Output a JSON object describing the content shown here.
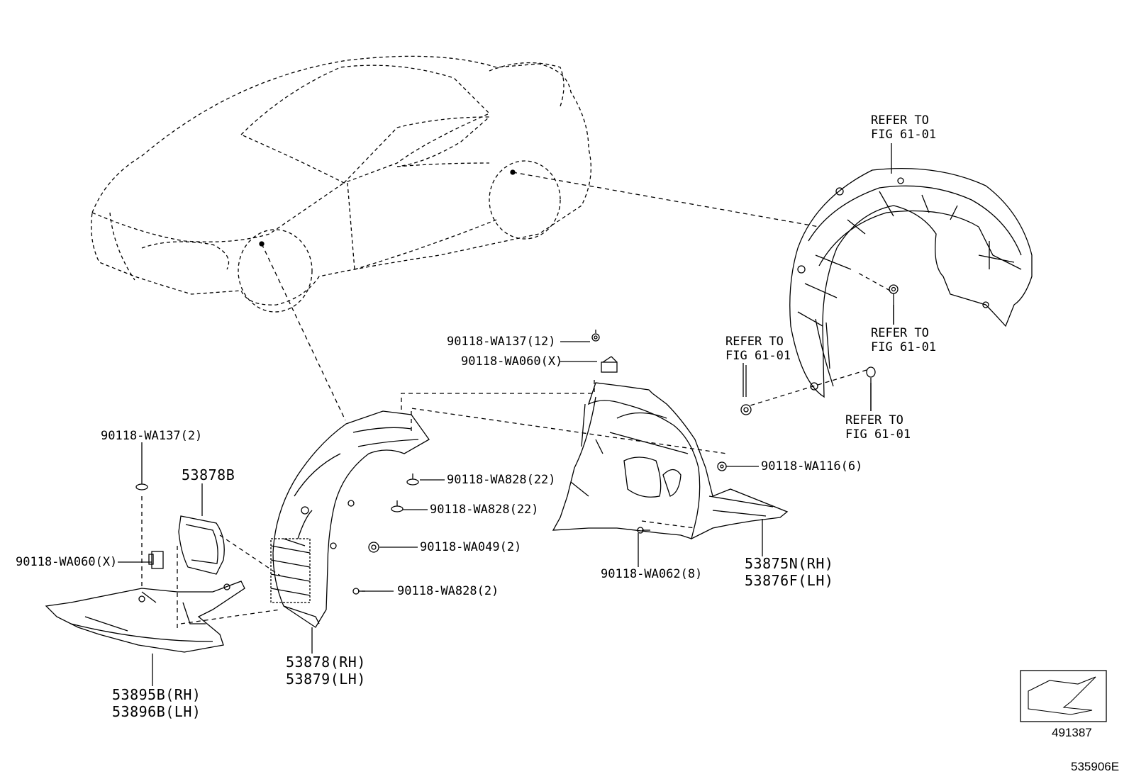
{
  "diagram": {
    "refer_label_1": [
      "REFER TO",
      "FIG 61-01"
    ],
    "refer_label_2": [
      "REFER TO",
      "FIG 61-01"
    ],
    "refer_label_3": [
      "REFER TO",
      "FIG 61-01"
    ],
    "refer_label_4": [
      "REFER TO",
      "FIG 61-01"
    ],
    "parts": {
      "wa137_12": "90118-WA137(12)",
      "wa060_x_top": "90118-WA060(X)",
      "wa137_2": "90118-WA137(2)",
      "p53878b": "53878B",
      "wa060_x_left": "90118-WA060(X)",
      "wa828_22_a": "90118-WA828(22)",
      "wa828_22_b": "90118-WA828(22)",
      "wa049_2": "90118-WA049(2)",
      "wa828_2": "90118-WA828(2)",
      "wa116_6": "90118-WA116(6)",
      "wa062_8": "90118-WA062(8)",
      "liner_front": [
        "53878(RH)",
        "53879(LH)"
      ],
      "cover_front": [
        "53895B(RH)",
        "53896B(LH)"
      ],
      "liner_rear": [
        "53875N(RH)",
        "53876F(LH)"
      ]
    },
    "figure_number": "491387",
    "illustration_number": "535906E"
  }
}
